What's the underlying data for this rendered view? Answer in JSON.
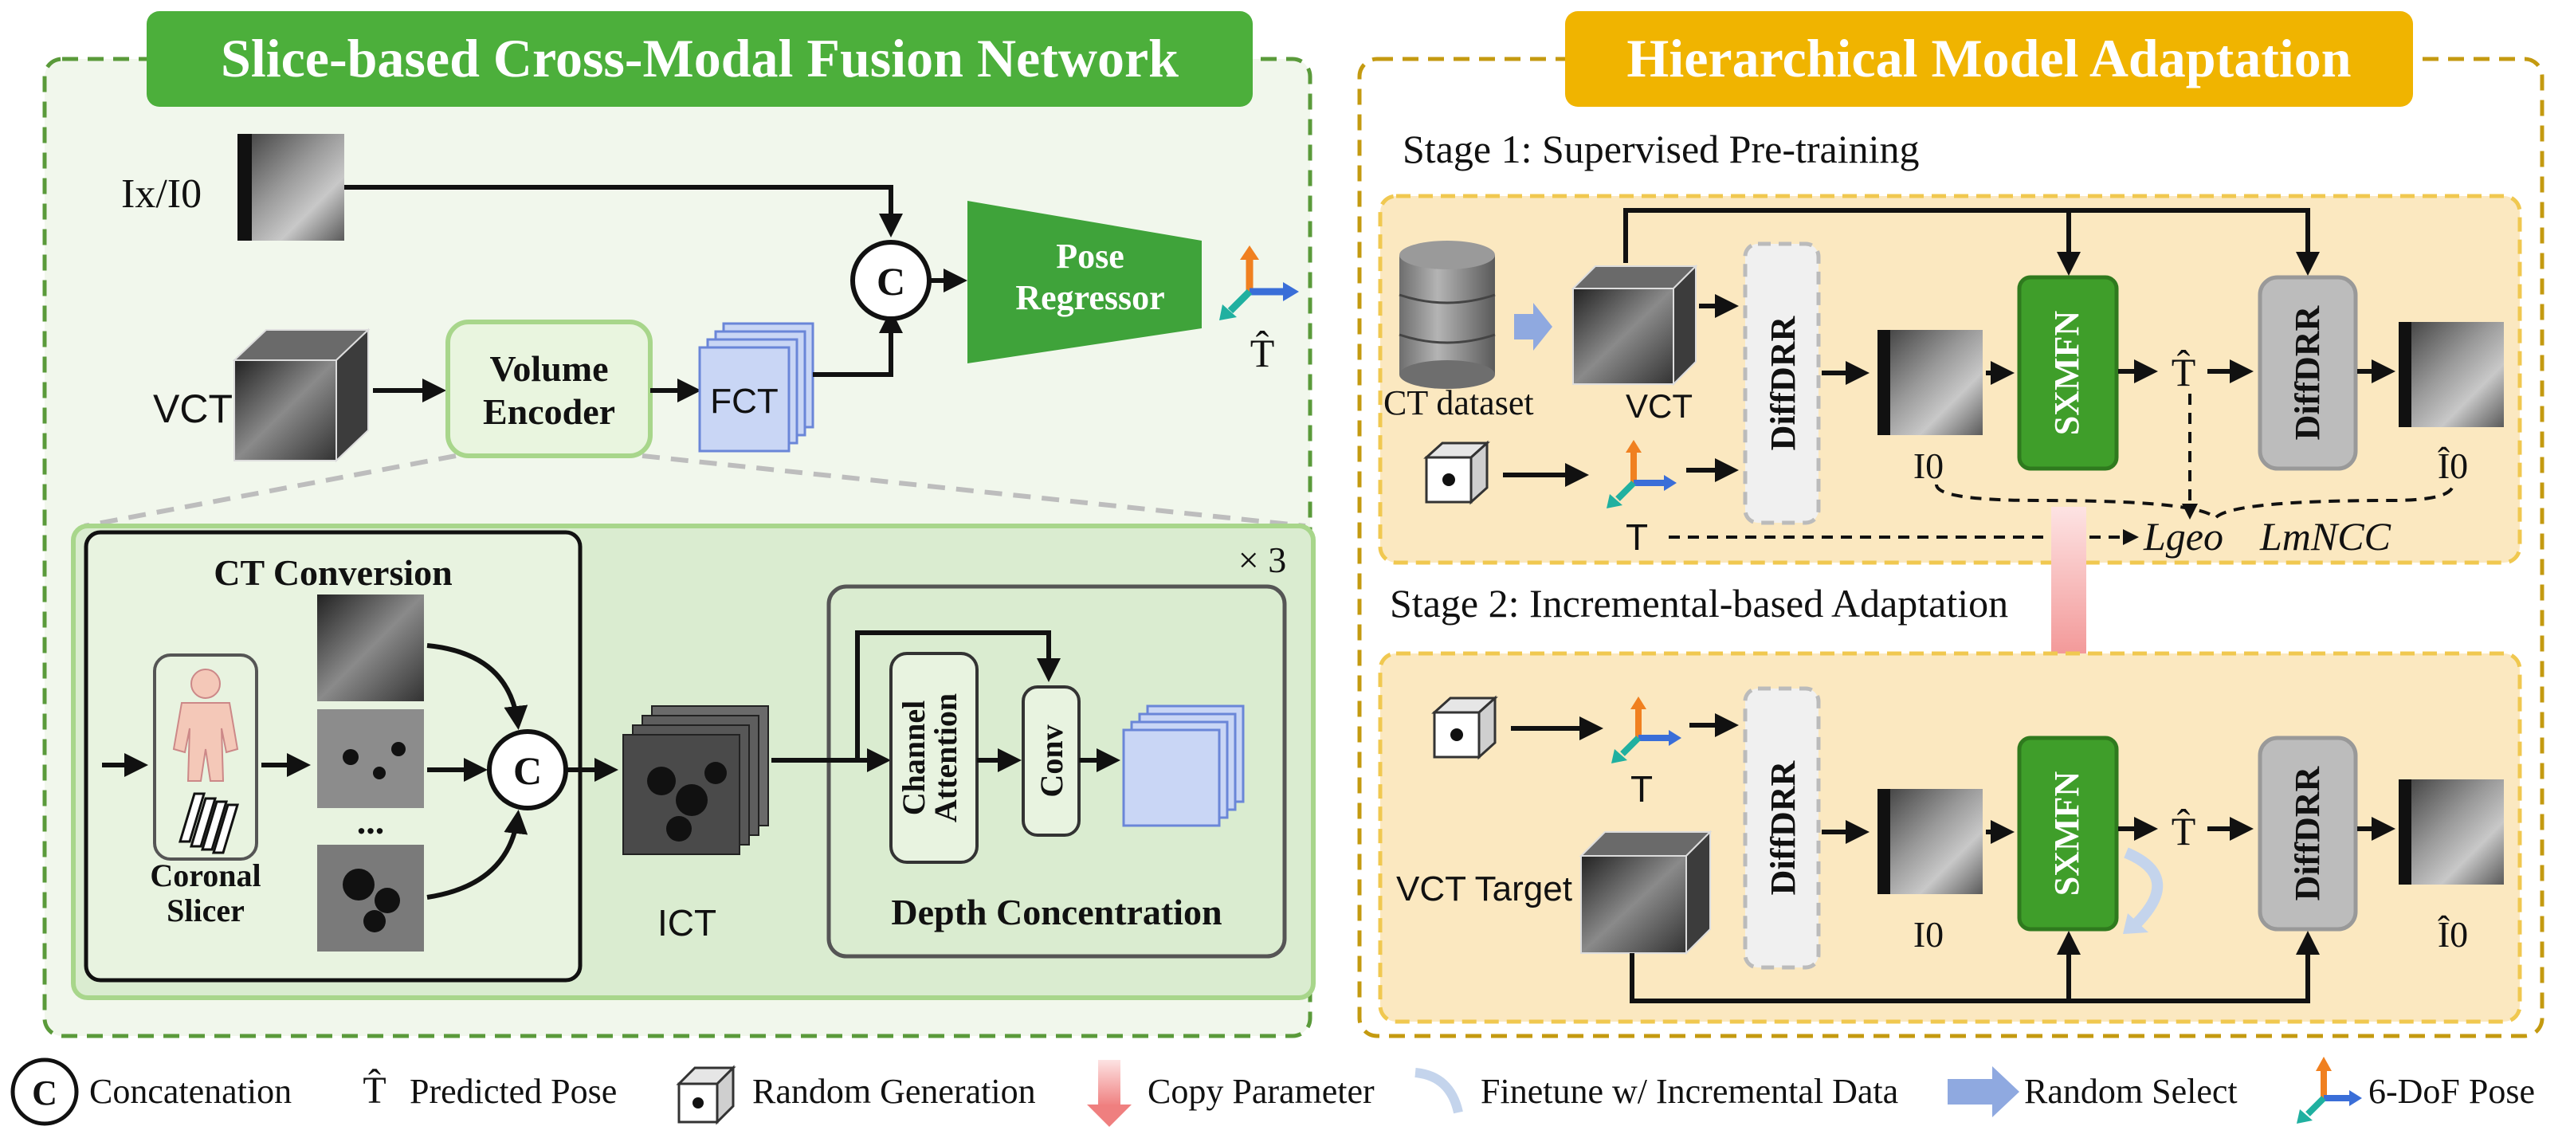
{
  "left_panel": {
    "title": "Slice-based Cross-Modal Fusion Network",
    "input_xray_label": "Ix/I0",
    "volume_label": "VCT",
    "volume_encoder": [
      "Volume",
      "Encoder"
    ],
    "feature_label": "FCT",
    "concat_symbol": "C",
    "pose_regressor": [
      "Pose",
      "Regressor"
    ],
    "pred_pose_label": "T̂",
    "repeat_label": "× 3",
    "ct_conversion_title": "CT Conversion",
    "coronal_slicer": [
      "Coronal",
      "Slicer"
    ],
    "ellipsis": "...",
    "ict_label": "ICT",
    "channel_attention": [
      "Channel",
      "Attention"
    ],
    "conv_label": "Conv",
    "depth_concentration": "Depth Concentration"
  },
  "right_panel": {
    "title": "Hierarchical Model Adaptation",
    "stage1_title": "Stage 1: Supervised Pre-training",
    "stage2_title": "Stage 2: Incremental-based Adaptation",
    "ct_dataset_label": "CT dataset",
    "vct_label": "VCT",
    "diffdrr_label": "DiffDRR",
    "sxmfn_label": "SXMFN",
    "i0_label": "I0",
    "i0_hat_label": "Î0",
    "t_hat_label": "T̂",
    "t_label": "T",
    "loss_geo": "Lgeo",
    "loss_mncc": "LmNCC",
    "vct_target_label": "VCT Target"
  },
  "legend": {
    "concatenation": "Concatenation",
    "predicted_pose_symbol": "T̂",
    "predicted_pose": "Predicted  Pose",
    "random_generation": "Random Generation",
    "copy_parameter": "Copy Parameter",
    "finetune": "Finetune w/ Incremental Data",
    "random_select": "Random Select",
    "six_dof_pose": "6-DoF Pose"
  },
  "colors": {
    "left_title_bg": "#4caf3b",
    "right_title_bg": "#f0b400",
    "left_border": "#5a9a3a",
    "right_border": "#c49a10",
    "sxmfn_green": "#3f9e2a",
    "diffdrr_gray": "#bcbcbc",
    "stage_fill": "#fbe8c0",
    "feature_blue": "#c9d6f5"
  }
}
